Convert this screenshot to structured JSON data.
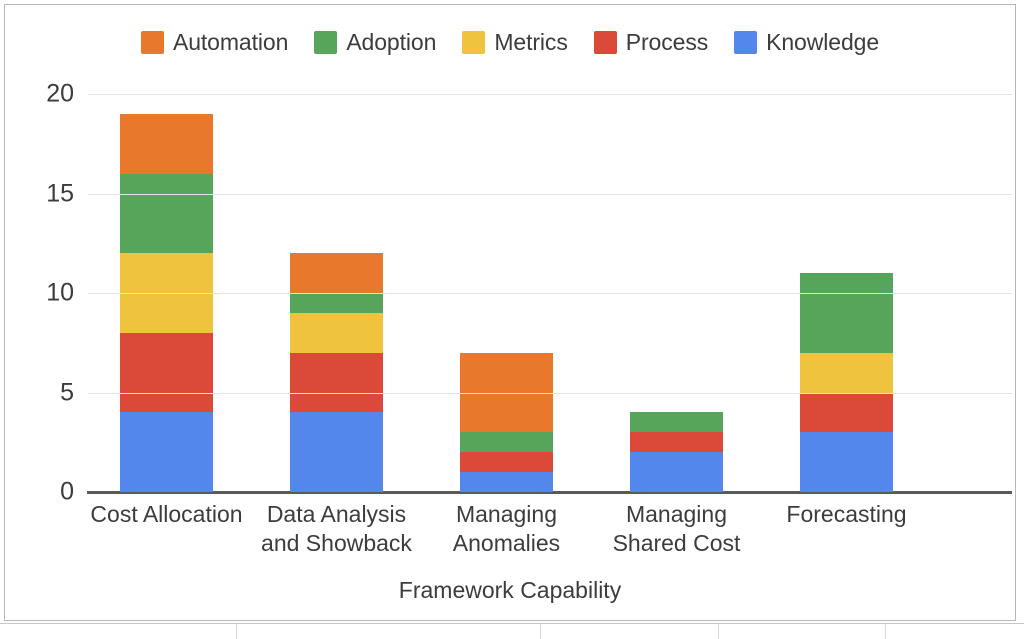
{
  "chart_data": {
    "type": "bar",
    "subtype": "stacked-bar",
    "title": "",
    "xlabel": "Framework Capability",
    "ylabel": "",
    "ylim": [
      0,
      20
    ],
    "yticks": [
      0,
      5,
      10,
      15,
      20
    ],
    "grid": true,
    "legend_position": "top-center",
    "categories": [
      "Cost Allocation",
      "Data Analysis and Showback",
      "Managing Anomalies",
      "Managing Shared Cost",
      "Forecasting"
    ],
    "category_lines": [
      [
        "Cost Allocation"
      ],
      [
        "Data Analysis",
        "and Showback"
      ],
      [
        "Managing",
        "Anomalies"
      ],
      [
        "Managing",
        "Shared Cost"
      ],
      [
        "Forecasting"
      ]
    ],
    "series": [
      {
        "name": "Knowledge",
        "color": "#5387ec",
        "values": [
          4,
          4,
          1,
          2,
          3
        ]
      },
      {
        "name": "Process",
        "color": "#db4a38",
        "values": [
          4,
          3,
          1,
          1,
          2
        ]
      },
      {
        "name": "Metrics",
        "color": "#f0c33f",
        "values": [
          4,
          2,
          0,
          0,
          2
        ]
      },
      {
        "name": "Adoption",
        "color": "#57a55b",
        "values": [
          4,
          1,
          1,
          1,
          4
        ]
      },
      {
        "name": "Automation",
        "color": "#e8782c",
        "values": [
          3,
          2,
          4,
          0,
          0
        ]
      }
    ],
    "stack_order_bottom_to_top": [
      "Knowledge",
      "Process",
      "Metrics",
      "Adoption",
      "Automation"
    ],
    "legend_order": [
      "Automation",
      "Adoption",
      "Metrics",
      "Process",
      "Knowledge"
    ],
    "totals": [
      19,
      12,
      7,
      4,
      11
    ]
  }
}
